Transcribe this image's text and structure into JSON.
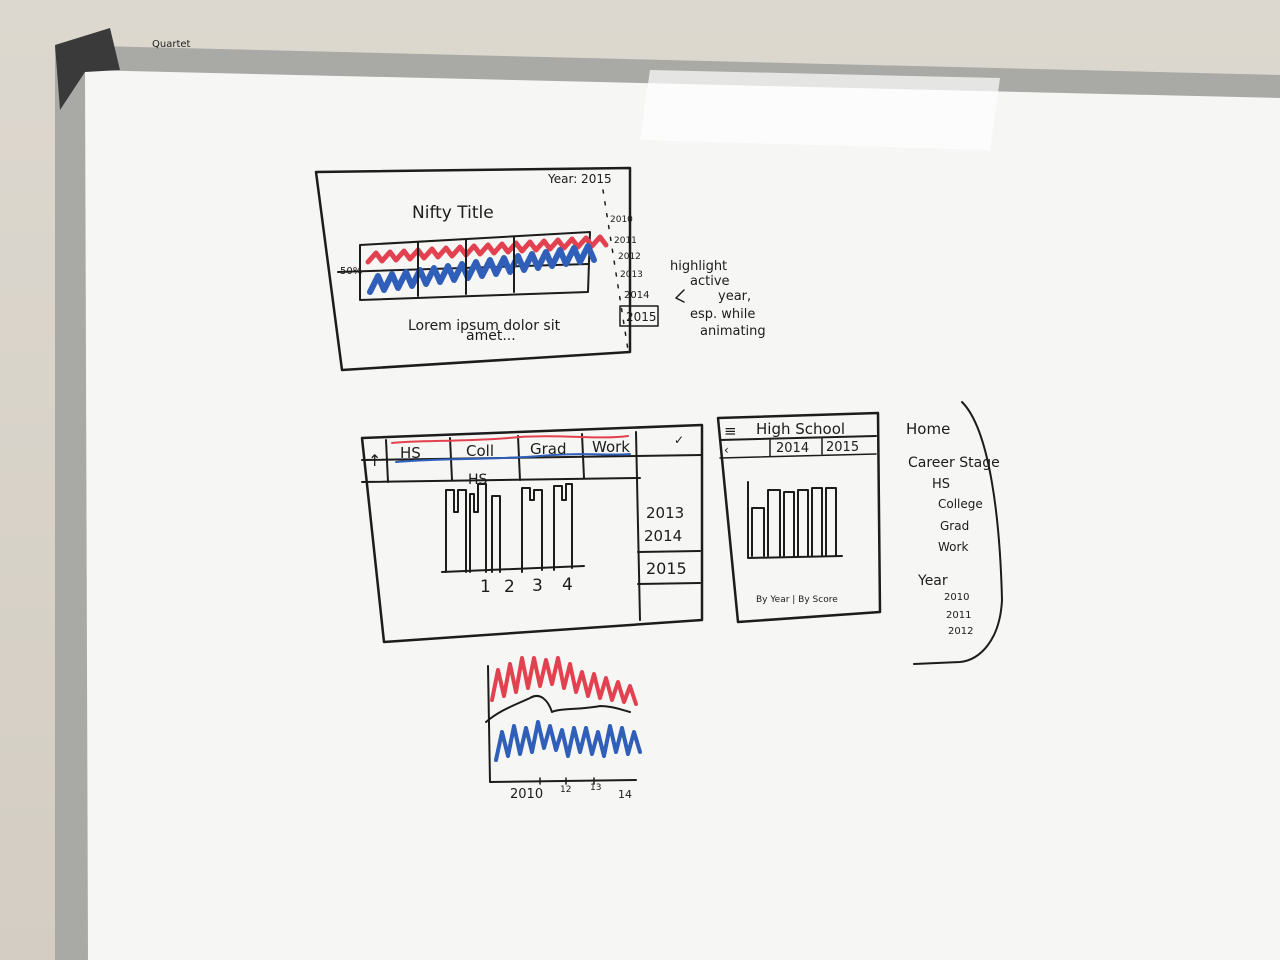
{
  "frame": {
    "brand_text": "Quartet"
  },
  "sketch1": {
    "year_label": "Year: 2015",
    "title": "Nifty Title",
    "axis_label": "50%",
    "body_line1": "Lorem ipsum dolor sit",
    "body_line2": "amet...",
    "years": [
      "2010",
      "2011",
      "2012",
      "2013",
      "2014",
      "2015"
    ],
    "note": [
      "highlight",
      "active",
      "year,",
      "esp. while",
      "animating"
    ]
  },
  "sketch2": {
    "tabs": [
      "HS",
      "Coll",
      "Grad",
      "Work"
    ],
    "chart_label": "HS",
    "x_ticks": [
      "1",
      "2",
      "3",
      "4"
    ],
    "years": [
      "2013",
      "2014",
      "2015"
    ]
  },
  "sketch3": {
    "title": "High School",
    "years": [
      "2014",
      "2015"
    ],
    "footer": "By Year | By Score"
  },
  "sketch4": {
    "items": [
      "Home",
      "Career Stage",
      "HS",
      "College",
      "Grad",
      "Work",
      "Year",
      "2010",
      "2011",
      "2012"
    ]
  },
  "sketch5": {
    "x_ticks": [
      "2010",
      "12",
      "13",
      "14"
    ]
  },
  "colors": {
    "red_marker": "#e2414f",
    "blue_marker": "#2f5fb8",
    "ink": "#1c1c1c",
    "board": "#f6f6f4"
  }
}
